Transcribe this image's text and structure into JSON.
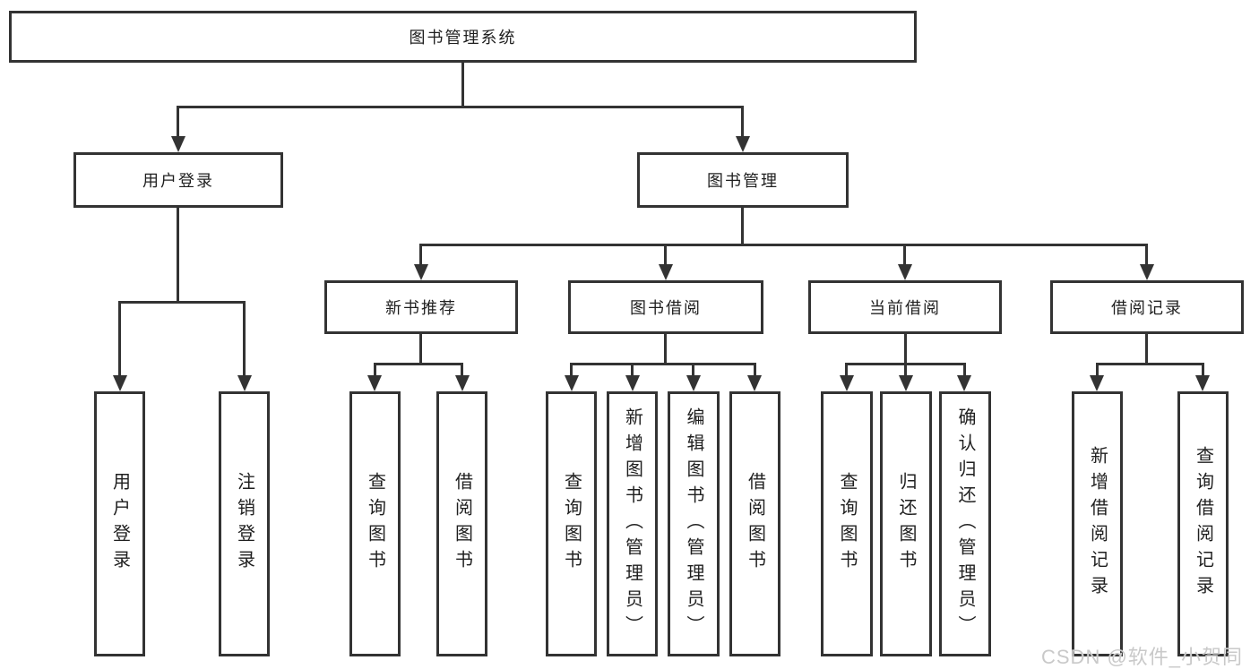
{
  "tree": {
    "label": "图书管理系统",
    "children": [
      {
        "label": "用户登录",
        "children": [
          {
            "label": "用户登录"
          },
          {
            "label": "注销登录"
          }
        ]
      },
      {
        "label": "图书管理",
        "children": [
          {
            "label": "新书推荐",
            "children": [
              {
                "label": "查询图书"
              },
              {
                "label": "借阅图书"
              }
            ]
          },
          {
            "label": "图书借阅",
            "children": [
              {
                "label": "查询图书"
              },
              {
                "label": "新增图书（管理员）"
              },
              {
                "label": "编辑图书（管理员）"
              },
              {
                "label": "借阅图书"
              }
            ]
          },
          {
            "label": "当前借阅",
            "children": [
              {
                "label": "查询图书"
              },
              {
                "label": "归还图书"
              },
              {
                "label": "确认归还（管理员）"
              }
            ]
          },
          {
            "label": "借阅记录",
            "children": [
              {
                "label": "新增借阅记录"
              },
              {
                "label": "查询借阅记录"
              }
            ]
          }
        ]
      }
    ]
  },
  "watermark": {
    "text": "CSDN @软件_小贺同学"
  },
  "colors": {
    "line": "#333333",
    "box_background": "#ffffff",
    "text": "#1f1f1f",
    "watermark": "#c9c9c9"
  }
}
